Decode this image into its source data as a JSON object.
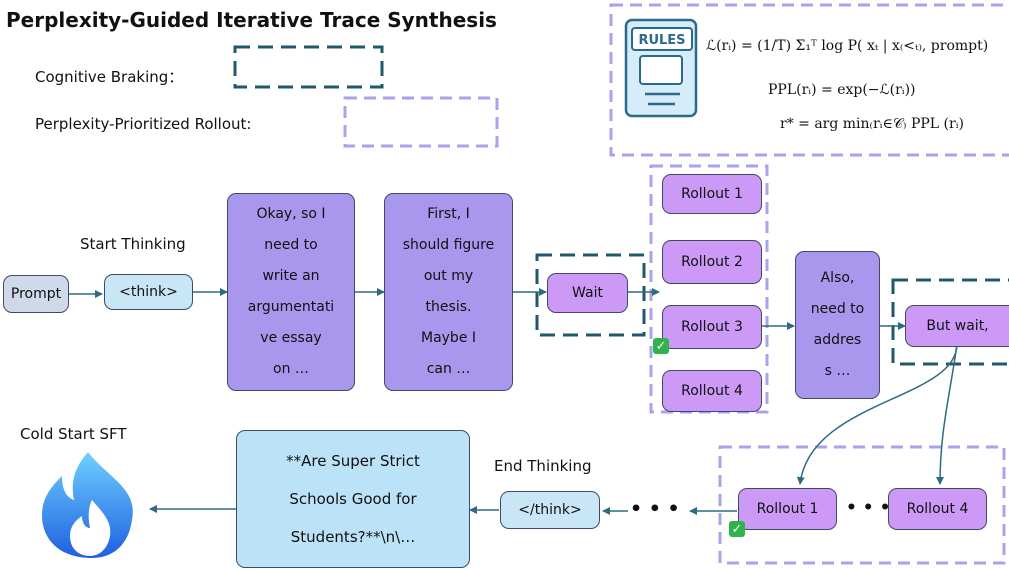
{
  "title": "Perplexity-Guided Iterative Trace Synthesis",
  "legend": {
    "cognitive_braking": "Cognitive Braking：",
    "perplexity_rollout": "Perplexity-Prioritized Rollout:"
  },
  "rules": {
    "icon_label": "RULES",
    "formula_loss": "ℒ(rᵢ) = (1/T) Σ₁ᵀ log P( xₜ | x₍<ₜ₎, prompt)",
    "formula_ppl": "PPL(rᵢ) = exp(−ℒ(rᵢ))",
    "formula_argmin": "r* = arg min₍rᵢ∈𝒞₎ PPL (rᵢ)"
  },
  "labels": {
    "start_thinking": "Start Thinking",
    "end_thinking": "End Thinking",
    "cold_start": "Cold Start SFT"
  },
  "nodes": {
    "prompt": "Prompt",
    "think_open": "<think>",
    "think_close": "</think>",
    "wait": "Wait",
    "but_wait": "But wait,",
    "dots_right": "• • •",
    "dots_mid": "• • •"
  },
  "paragraphs": {
    "p1": [
      "Okay, so I",
      "need to",
      "write an",
      "argumentati",
      "ve essay",
      "on …"
    ],
    "p2": [
      "First, I",
      "should figure",
      "out my",
      "thesis.",
      "Maybe I",
      "can …"
    ],
    "p3": [
      "Also,",
      "need to",
      "addres",
      "s …"
    ],
    "output": [
      "**Are Super Strict",
      "Schools Good for",
      "Students?**\\n\\…"
    ]
  },
  "rollouts_top": [
    "Rollout 1",
    "Rollout 2",
    "Rollout 3",
    "Rollout 4"
  ],
  "rollouts_bottom": [
    "Rollout 1",
    "Rollout 4"
  ],
  "colors": {
    "cognitive_braking_border": "#1f5a6b",
    "rollout_border": "#a9a3ef",
    "rollout_fill": "#cc9af6",
    "paragraph_fill": "#a897ec",
    "arrow": "#2e6b82"
  }
}
